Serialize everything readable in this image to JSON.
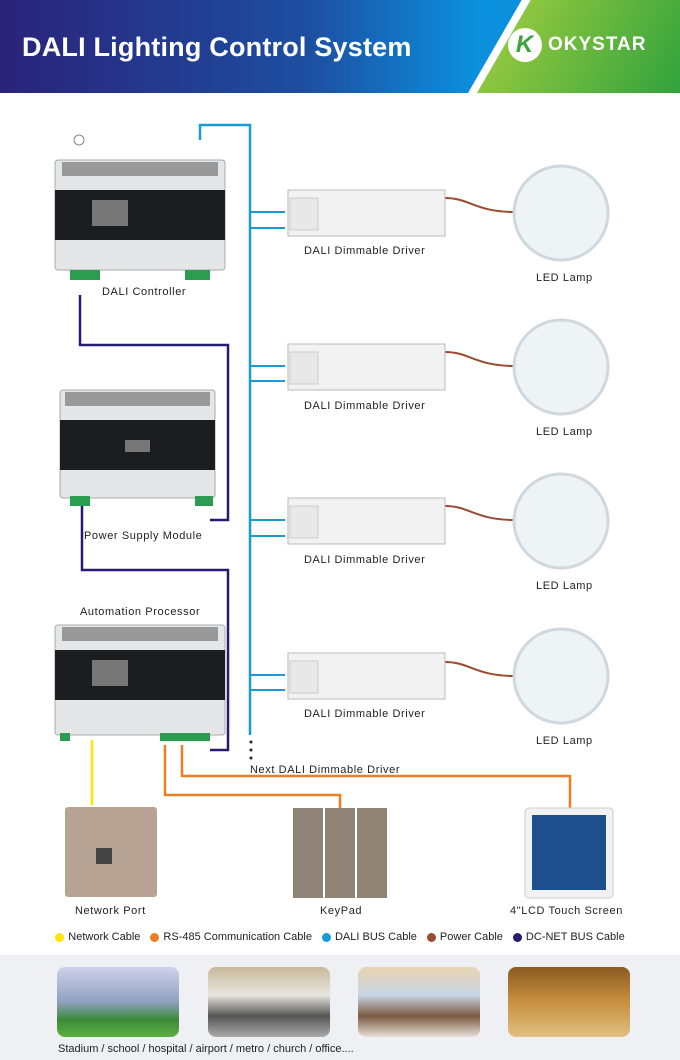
{
  "header": {
    "title": "DALI Lighting Control System",
    "logo": "OKYSTAR"
  },
  "devices": {
    "controller": "DALI Controller",
    "power_supply": "Power Supply Module",
    "automation": "Automation Processor",
    "driver": "DALI Dimmable Driver",
    "lamp": "LED Lamp",
    "next_driver": "Next DALI Dimmable Driver",
    "network_port": "Network Port",
    "keypad": "KeyPad",
    "touch_screen": "4\"LCD Touch Screen"
  },
  "legend": [
    {
      "label": "Network Cable",
      "color": "#ffe600"
    },
    {
      "label": "RS-485 Communication Cable",
      "color": "#ef7d22"
    },
    {
      "label": "DALI BUS Cable",
      "color": "#1a9ad8"
    },
    {
      "label": "Power Cable",
      "color": "#9a4b32"
    },
    {
      "label": "DC-NET BUS Cable",
      "color": "#241b72"
    }
  ],
  "applications": {
    "caption": "Stadium / school / hospital / airport / metro / church / office....",
    "photos": [
      "stadium",
      "meeting-room",
      "airport-hall",
      "hotel-lobby"
    ]
  }
}
